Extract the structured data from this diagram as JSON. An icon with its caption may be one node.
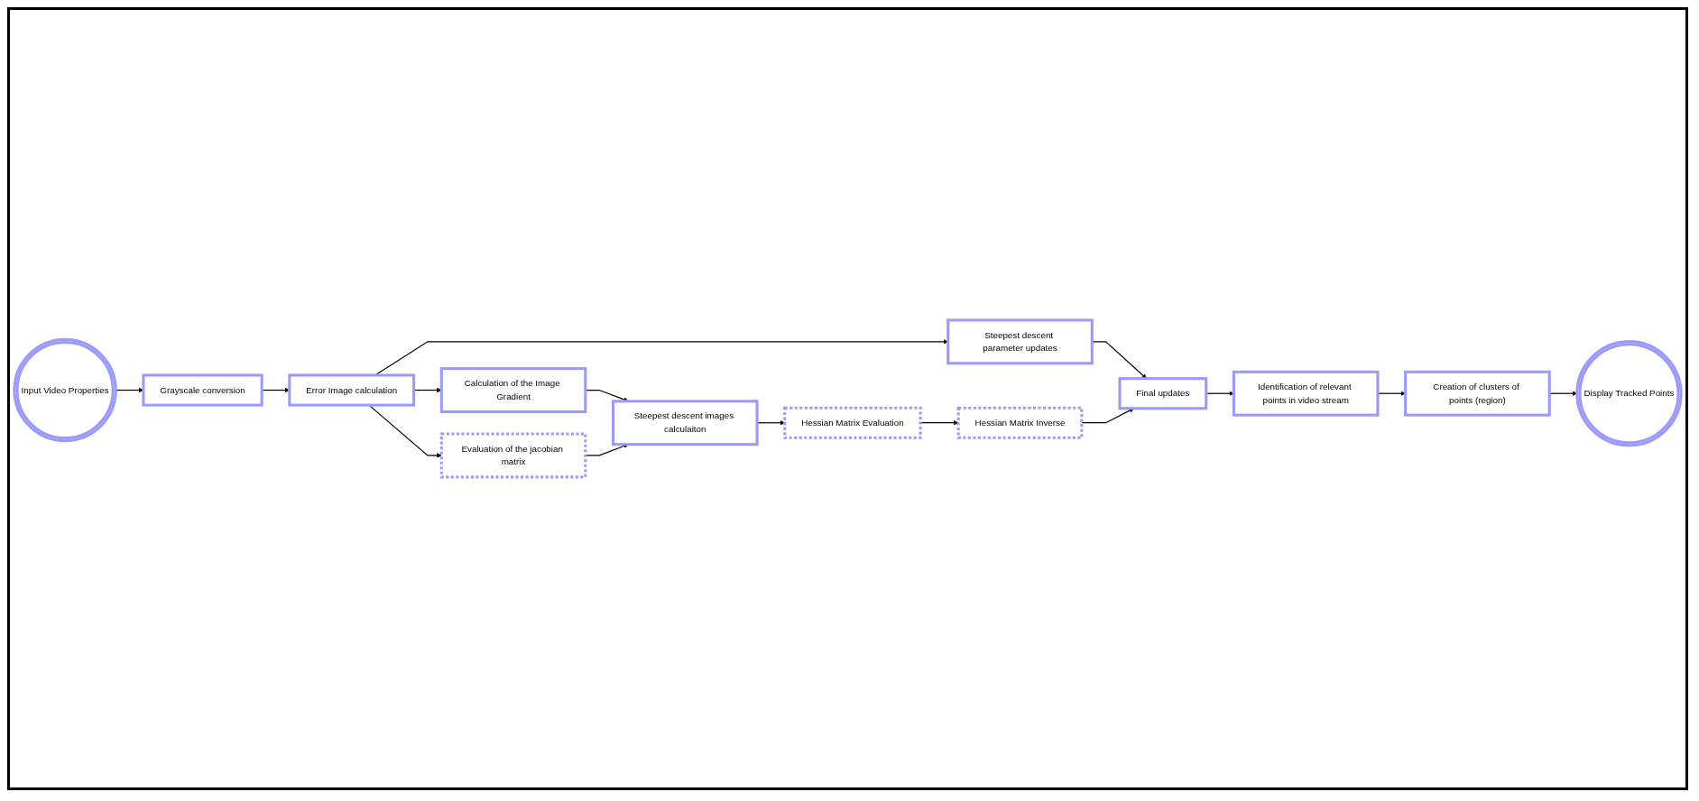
{
  "diagram": {
    "nodes": [
      {
        "text": [
          "Input Video Properties"
        ]
      },
      {
        "text": [
          "Grayscale conversion"
        ]
      },
      {
        "text": [
          "Error Image calculation"
        ]
      },
      {
        "text": [
          "Calculation of the Image Gradient"
        ]
      },
      {
        "text": [
          "Evaluation of the jacobian matrix"
        ]
      },
      {
        "text": [
          "Steepest descent images calculaiton"
        ]
      },
      {
        "text": [
          "Hessian Matrix Evaluation"
        ]
      },
      {
        "text": [
          "Steepest descent parameter updates"
        ]
      },
      {
        "text": [
          "Hessian Matrix Inverse"
        ]
      },
      {
        "text": [
          "Final updates"
        ]
      },
      {
        "text": [
          "Identification of relevant points in video stream"
        ]
      },
      {
        "text": [
          "Creation of clusters of points (region)"
        ]
      },
      {
        "text": [
          "Display Tracked Points"
        ]
      }
    ],
    "edges": [
      {
        "from": 0,
        "to": 1,
        "arrow": "to"
      },
      {
        "from": 1,
        "to": 2,
        "arrow": "to"
      },
      {
        "from": 2,
        "to": 3,
        "arrow": "to"
      },
      {
        "from": 2,
        "to": 4,
        "arrow": "to"
      },
      {
        "from": 3,
        "to": 5,
        "arrow": "to"
      },
      {
        "from": 4,
        "to": 5,
        "arrow": "to"
      },
      {
        "from": 5,
        "to": 6,
        "arrow": "to"
      },
      {
        "from": 6,
        "to": 8,
        "arrow": "to"
      },
      {
        "from": 2,
        "to": 7,
        "arrow": "to"
      },
      {
        "from": 7,
        "to": 9,
        "arrow": "to"
      },
      {
        "from": 8,
        "to": 9,
        "arrow": "to"
      },
      {
        "from": 9,
        "to": 10,
        "arrow": "to"
      },
      {
        "from": 10,
        "to": 11,
        "arrow": "to"
      },
      {
        "from": 11,
        "to": 12,
        "arrow": "to"
      }
    ]
  }
}
